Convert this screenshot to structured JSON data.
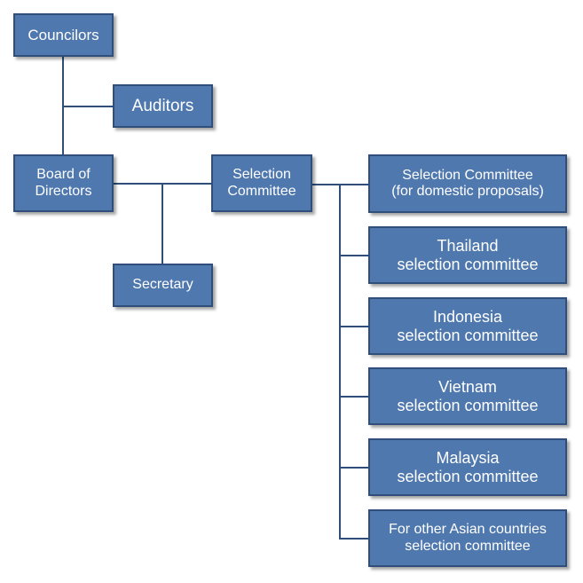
{
  "org_chart": {
    "councilors": "Councilors",
    "auditors": "Auditors",
    "board_of_directors": "Board of\nDirectors",
    "secretary": "Secretary",
    "selection_committee": "Selection\nCommittee",
    "domestic_committee": "Selection Committee\n(for domestic proposals)",
    "thailand_committee": "Thailand\nselection committee",
    "indonesia_committee": "Indonesia\nselection committee",
    "vietnam_committee": "Vietnam\nselection committee",
    "malaysia_committee": "Malaysia\nselection committee",
    "other_asian_committee": "For other Asian countries\nselection committee"
  },
  "colors": {
    "box_fill": "#4f78ae",
    "box_border": "#2f4f7a",
    "text": "#ffffff",
    "connector": "#2f4f7a"
  }
}
